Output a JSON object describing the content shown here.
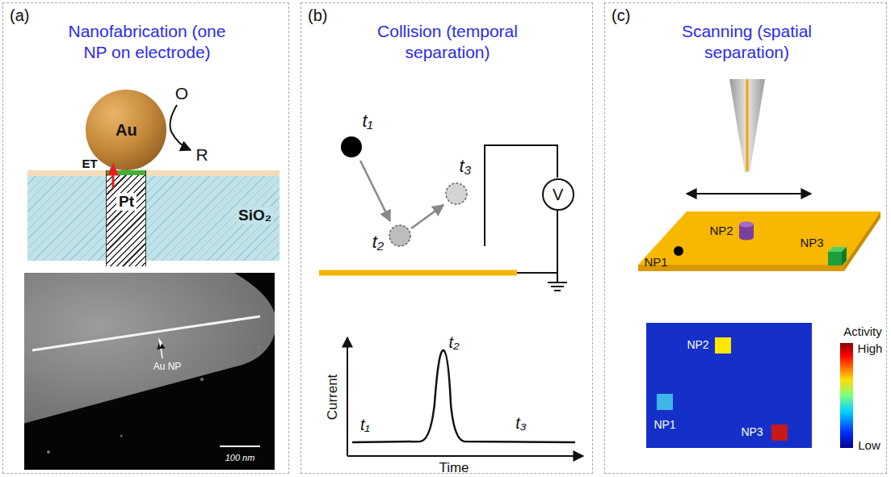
{
  "diagram": {
    "nodes": [
      {
        "text": [
          "(a)",
          "Nanofabrication (one NP on electrode)"
        ]
      },
      {
        "text": [
          "Au"
        ],
        "in": 0
      },
      {
        "text": [
          "SiO₂"
        ],
        "in": 0
      },
      {
        "text": [
          "Pt"
        ],
        "in": 2
      },
      {
        "text": [
          "(b)",
          "Collision (temporal separation)"
        ]
      },
      {
        "text": [
          "V"
        ],
        "in": 4
      },
      {
        "text": [
          "(c)",
          "Scanning (spatial separation)"
        ]
      }
    ],
    "labels": [
      "O",
      "R",
      "ET",
      "Au NP",
      "100 nm",
      "t₁",
      "t₂",
      "t₃",
      "Current",
      "Time",
      "t₁",
      "t₂",
      "t₃",
      "NP2",
      "NP1",
      "NP3",
      "Activity",
      "High",
      "Low",
      "NP2",
      "NP1",
      "NP3"
    ]
  }
}
